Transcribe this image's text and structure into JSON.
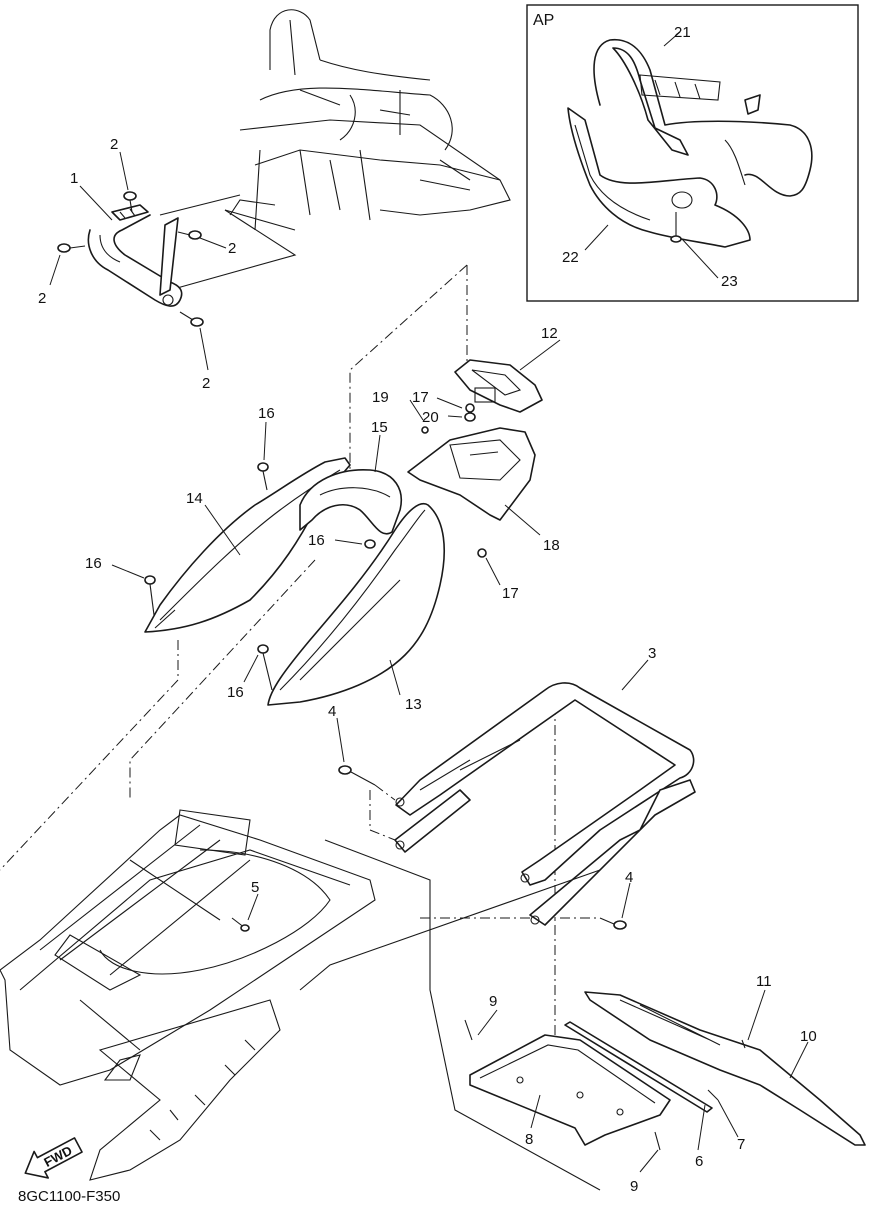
{
  "inset": {
    "title": "AP"
  },
  "callouts": {
    "c1": "1",
    "c2a": "2",
    "c2b": "2",
    "c2c": "2",
    "c2d": "2",
    "c3": "3",
    "c4a": "4",
    "c4b": "4",
    "c5": "5",
    "c6": "6",
    "c7": "7",
    "c8": "8",
    "c9a": "9",
    "c9b": "9",
    "c10": "10",
    "c11": "11",
    "c12": "12",
    "c13": "13",
    "c14": "14",
    "c15": "15",
    "c16a": "16",
    "c16b": "16",
    "c16c": "16",
    "c17a": "17",
    "c17b": "17",
    "c18": "18",
    "c19": "19",
    "c20": "20",
    "c21": "21",
    "c22": "22",
    "c23": "23"
  },
  "fwd_label": "FWD",
  "diagram_code": "8GC1100-F350"
}
